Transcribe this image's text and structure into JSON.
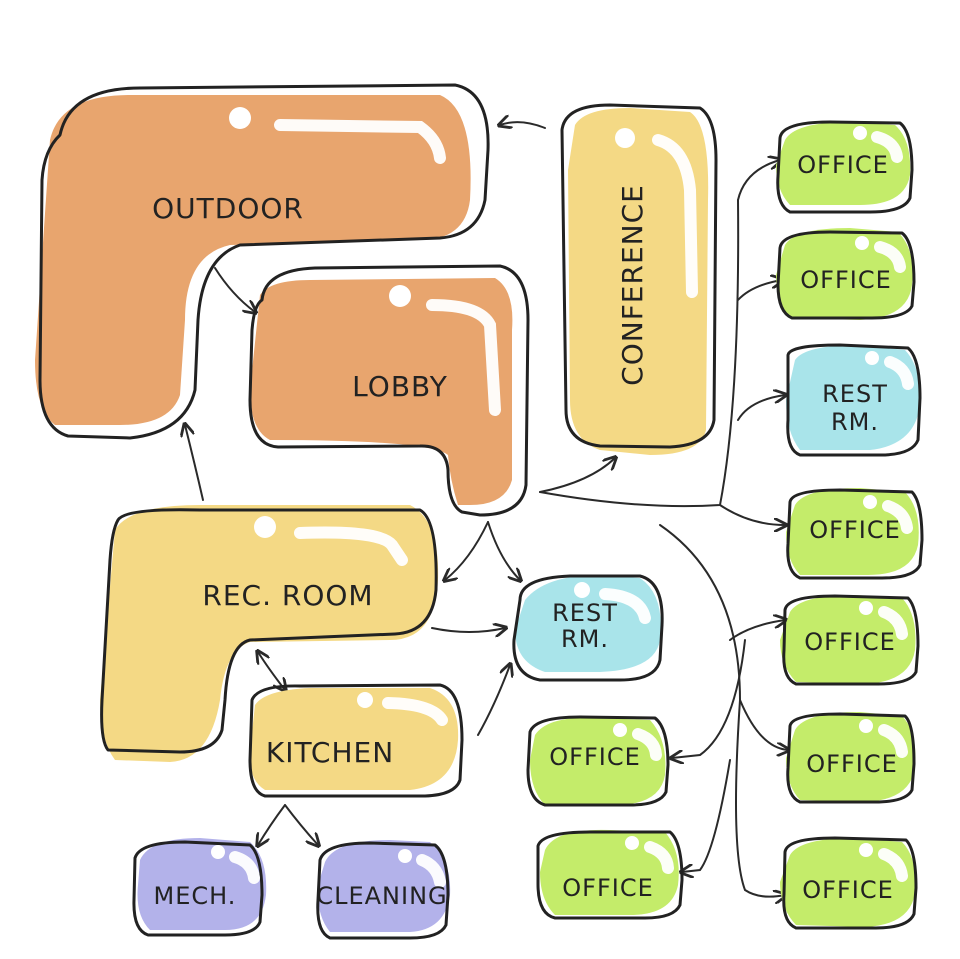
{
  "colors": {
    "orange": "#E8A56E",
    "yellow": "#F4D985",
    "blue": "#A9E4EA",
    "green": "#C4EC6A",
    "purple": "#B3B2EA",
    "ink": "#222222"
  },
  "rooms": {
    "outdoor": "OUTDOOR",
    "lobby": "LOBBY",
    "conference": "CONFERENCE",
    "rec_room": "REC. ROOM",
    "rest_rm_center_line1": "REST",
    "rest_rm_center_line2": "RM.",
    "rest_rm_right_line1": "REST",
    "rest_rm_right_line2": "RM.",
    "kitchen": "KITCHEN",
    "mech": "MECH.",
    "cleaning": "CLEANING",
    "office": "OFFICE"
  }
}
